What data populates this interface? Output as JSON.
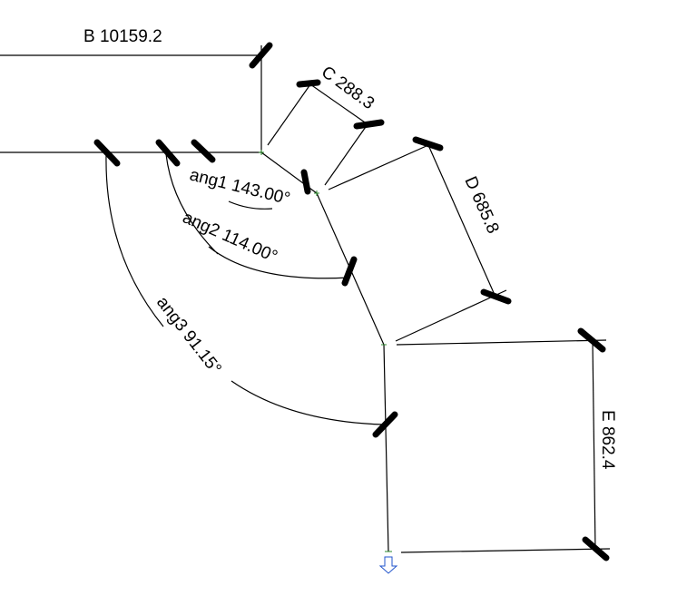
{
  "dimensions": {
    "B": "B 10159.2",
    "C": "C 288.3",
    "D": "D 685.8",
    "E": "E 862.4"
  },
  "angles": {
    "ang1": "ang1 143.00°",
    "ang2": "ang2 114.00°",
    "ang3": "ang3 91.15°"
  },
  "colors": {
    "line": "#000000",
    "node": "#2e8b2e",
    "flow_arrow": "#2255cc"
  },
  "icons": {
    "flow": "down-arrow-icon"
  }
}
